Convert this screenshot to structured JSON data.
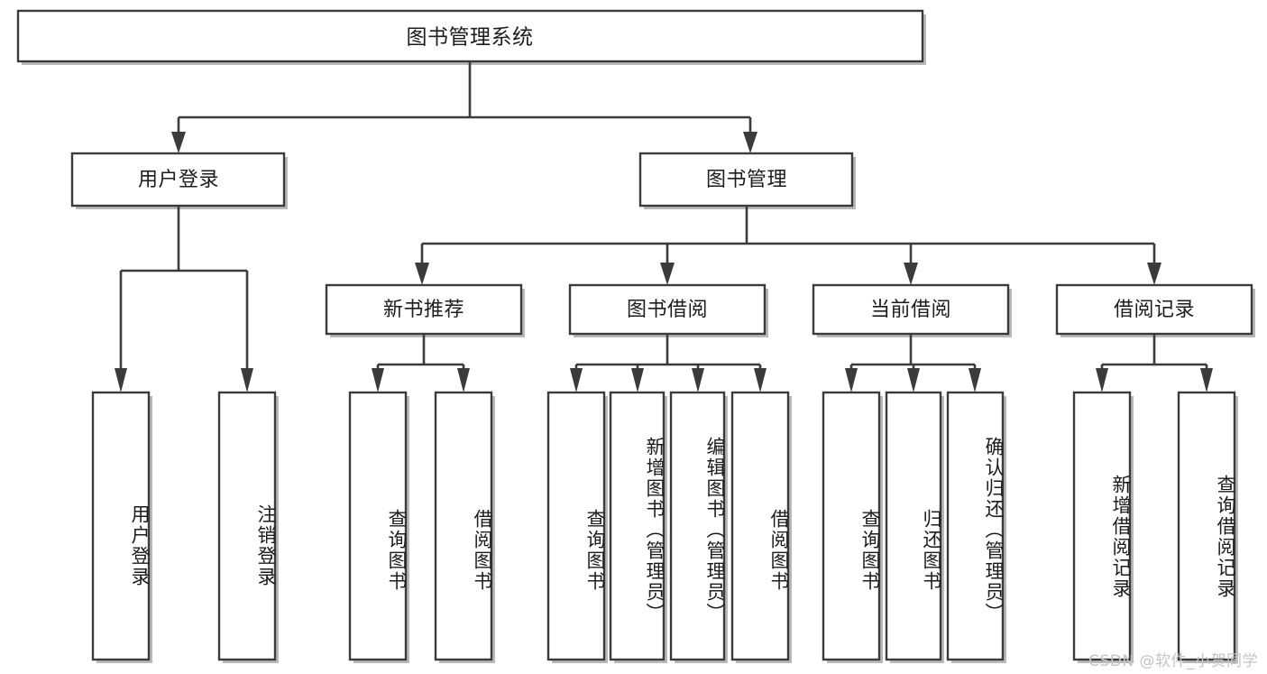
{
  "diagram": {
    "title": "图书管理系统",
    "type": "tree-hierarchy-diagram",
    "colors": {
      "stroke": "#3b3b3b",
      "fill": "#ffffff",
      "text": "#1c1c1c",
      "shadow": "#b9b9b9",
      "watermark": "#c4c4c4"
    },
    "root": {
      "label": "图书管理系统"
    },
    "level2": [
      {
        "label": "用户登录"
      },
      {
        "label": "图书管理"
      }
    ],
    "level3": [
      {
        "label": "新书推荐"
      },
      {
        "label": "图书借阅"
      },
      {
        "label": "当前借阅"
      },
      {
        "label": "借阅记录"
      }
    ],
    "leaves": {
      "user_login": [
        {
          "label": "用户登录"
        },
        {
          "label": "注销登录"
        }
      ],
      "new_book_recommend": [
        {
          "label": "查询图书"
        },
        {
          "label": "借阅图书"
        }
      ],
      "book_borrow": [
        {
          "label": "查询图书"
        },
        {
          "label": "新增图书（管理员）"
        },
        {
          "label": "编辑图书（管理员）"
        },
        {
          "label": "借阅图书"
        }
      ],
      "current_borrow": [
        {
          "label": "查询图书"
        },
        {
          "label": "归还图书"
        },
        {
          "label": "确认归还（管理员）"
        }
      ],
      "borrow_record": [
        {
          "label": "新增借阅记录"
        },
        {
          "label": "查询借阅记录"
        }
      ]
    }
  },
  "watermark": {
    "text": "CSDN @软件_小贺同学"
  }
}
